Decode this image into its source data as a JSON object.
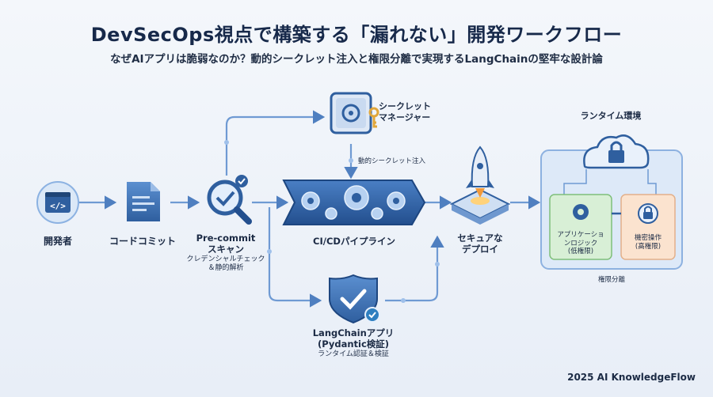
{
  "title": "DevSecOps視点で構築する「漏れない」開発ワークフロー",
  "subtitle": "なぜAIアプリは脆弱なのか？動的シークレット注入と権限分離で実現するLangChainの堅牢な設計論",
  "nodes": {
    "developer": "開発者",
    "code_commit": "コードコミット",
    "precommit_line1": "Pre-commit",
    "precommit_line2": "スキャン",
    "precommit_note1": "クレデンシャルチェック",
    "precommit_note2": "＆静的解析",
    "secret_manager_line1": "シークレット",
    "secret_manager_line2": "マネージャー",
    "pipeline": "CI/CDパイプライン",
    "deploy_line1": "セキュアな",
    "deploy_line2": "デプロイ",
    "langchain_line1": "LangChainアプリ",
    "langchain_line2": "(Pydantic検証)",
    "langchain_note": "ランタイム認証＆検証"
  },
  "edges": {
    "dynamic_injection": "動的シークレット注入"
  },
  "runtime": {
    "title": "ランタイム環境",
    "app_logic_line1": "アプリケーショ",
    "app_logic_line2": "ンロジック",
    "app_logic_line3": "(低権限)",
    "secret_ops_line1": "機密操作",
    "secret_ops_line2": "(高権限)",
    "separation": "権限分離"
  },
  "footer": "2025 AI KnowledgeFlow",
  "icons": [
    "code-window-icon",
    "document-icon",
    "magnifier-icon",
    "safe-icon",
    "key-icon",
    "gears-icon",
    "rocket-icon",
    "cloud-lock-icon",
    "gear-icon",
    "lock-icon",
    "shield-check-icon"
  ],
  "colors": {
    "primary": "#2f5f9f",
    "accent": "#6f9ad3",
    "low_privilege": "#d8efd6",
    "high_privilege": "#fbe3cf",
    "key": "#e0a63a"
  }
}
